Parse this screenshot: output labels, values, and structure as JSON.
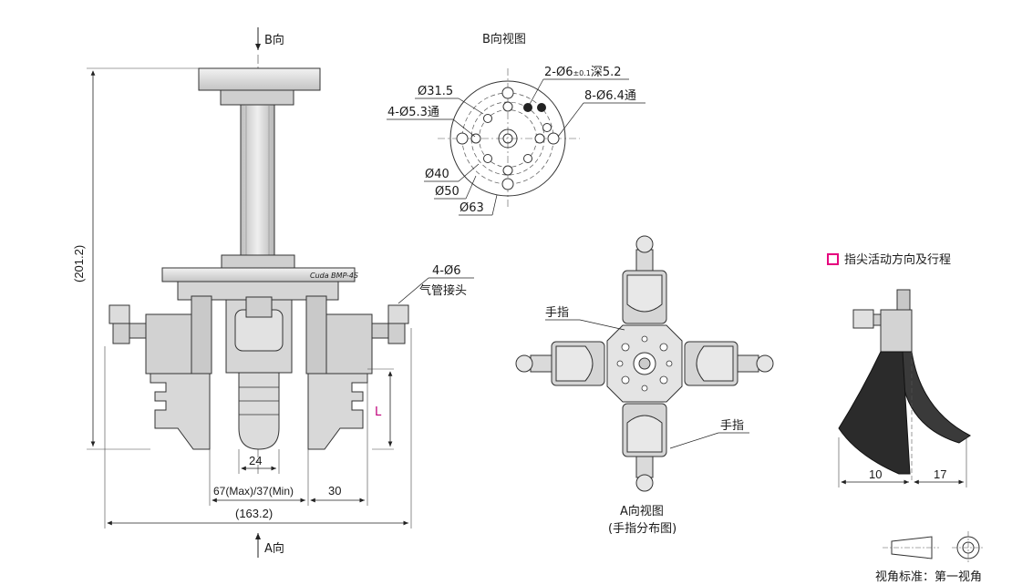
{
  "side_view": {
    "b_arrow_label": "B向",
    "a_arrow_label": "A向",
    "height_dim": "(201.2)",
    "width_dim": "(163.2)",
    "stroke_dim": "67(Max)/37(Min)",
    "offset_dim": "30",
    "gap_dim": "24",
    "length_mark": "L",
    "fitting_callout": "4-Ø6",
    "fitting_label": "气管接头",
    "plate_marking": "Cuda  BMP-4S"
  },
  "b_view": {
    "title": "B向视图",
    "callout_thread_prefix": "2-Ø6",
    "callout_thread_tol": "±0.1",
    "callout_thread_suffix": "深5.2",
    "callout_holes": "8-Ø6.4通",
    "callout_pcd": "Ø31.5",
    "callout_through": "4-Ø5.3通",
    "callout_d40": "Ø40",
    "callout_d50": "Ø50",
    "callout_d63": "Ø63"
  },
  "a_view": {
    "finger_label_top": "手指",
    "finger_label_bottom": "手指",
    "caption_line1": "A向视图",
    "caption_line2": "(手指分布图)"
  },
  "motion_view": {
    "legend": "指尖活动方向及行程",
    "dim_left": "10",
    "dim_right": "17"
  },
  "projection": {
    "label": "视角标准：第一视角"
  },
  "colors": {
    "body": "#d9d9d9",
    "body_dark": "#9a9a9a",
    "line": "#222222",
    "legend_marker": "#e6007e",
    "finger_black": "#2b2b2b"
  }
}
